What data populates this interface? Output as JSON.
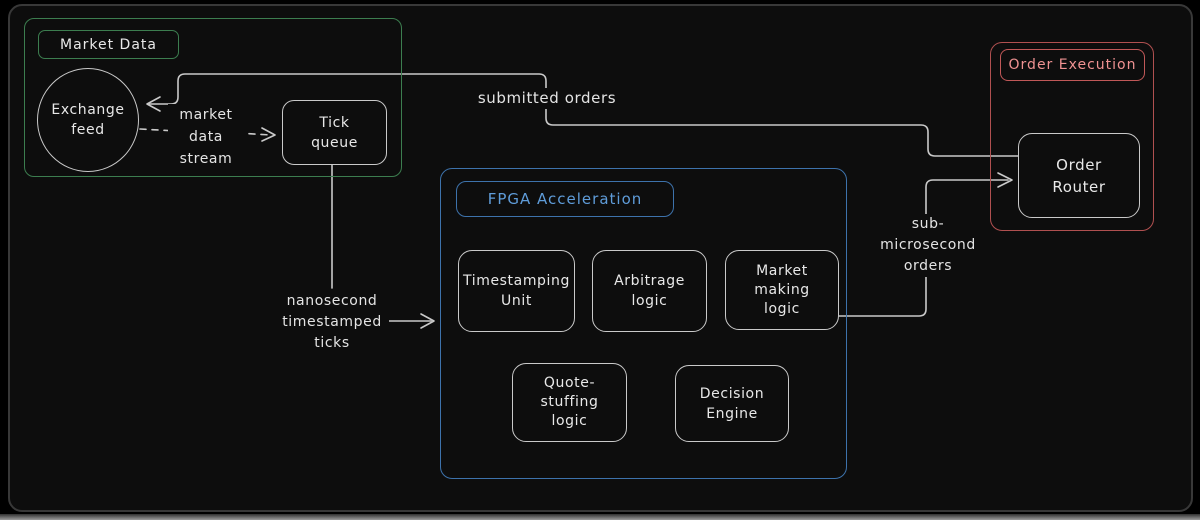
{
  "canvas": {
    "background": "#000000",
    "panel_background": "#0d0d0d",
    "wire_color": "#c9c9c9",
    "text_color": "#e6e6e6"
  },
  "groups": {
    "market_data": {
      "label": "Market Data",
      "border_color": "#3c7d4f",
      "label_color": "#e8e8e8"
    },
    "fpga": {
      "label": "FPGA Acceleration",
      "border_color": "#3d72ab",
      "label_color": "#5f9cd9"
    },
    "order_execution": {
      "label": "Order Execution",
      "border_color": "#b05050",
      "label_color": "#ef9292"
    }
  },
  "nodes": {
    "exchange_feed": {
      "label": "Exchange\nfeed",
      "shape": "circle"
    },
    "tick_queue": {
      "label": "Tick\nqueue",
      "shape": "rounded-rect"
    },
    "timestamping_unit": {
      "label": "Timestamping\nUnit",
      "shape": "rounded-rect"
    },
    "arbitrage_logic": {
      "label": "Arbitrage\nlogic",
      "shape": "rounded-rect"
    },
    "market_making_logic": {
      "label": "Market\nmaking\nlogic",
      "shape": "rounded-rect"
    },
    "quote_stuffing_logic": {
      "label": "Quote-\nstuffing\nlogic",
      "shape": "rounded-rect"
    },
    "decision_engine": {
      "label": "Decision\nEngine",
      "shape": "rounded-rect"
    },
    "order_router": {
      "label": "Order\nRouter",
      "shape": "rounded-rect"
    }
  },
  "edges": {
    "market_data_stream": {
      "label": "market\ndata\nstream",
      "style": "dashed",
      "from": "exchange_feed",
      "to": "tick_queue"
    },
    "submitted_orders": {
      "label": "submitted orders",
      "style": "solid",
      "from": "order_router",
      "to": "exchange_feed"
    },
    "nanosecond_ticks": {
      "label": "nanosecond\ntimestamped\nticks",
      "style": "solid",
      "from": "tick_queue",
      "to": "fpga"
    },
    "sub_microsecond_orders": {
      "label": "sub-\nmicrosecond\norders",
      "style": "solid",
      "from": "market_making_logic",
      "to": "order_router"
    }
  }
}
